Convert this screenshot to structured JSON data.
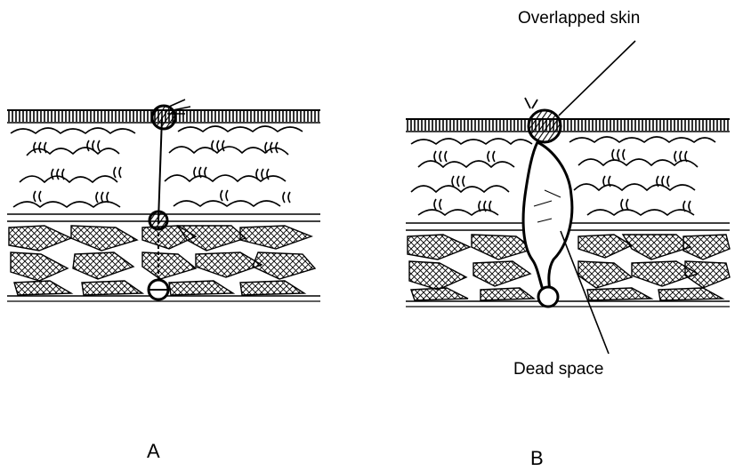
{
  "labels": {
    "overlapped_skin": "Overlapped skin",
    "dead_space": "Dead space",
    "panel_a": "A",
    "panel_b": "B"
  },
  "colors": {
    "ink": "#000000",
    "background": "#ffffff",
    "void": "#ffffff"
  }
}
